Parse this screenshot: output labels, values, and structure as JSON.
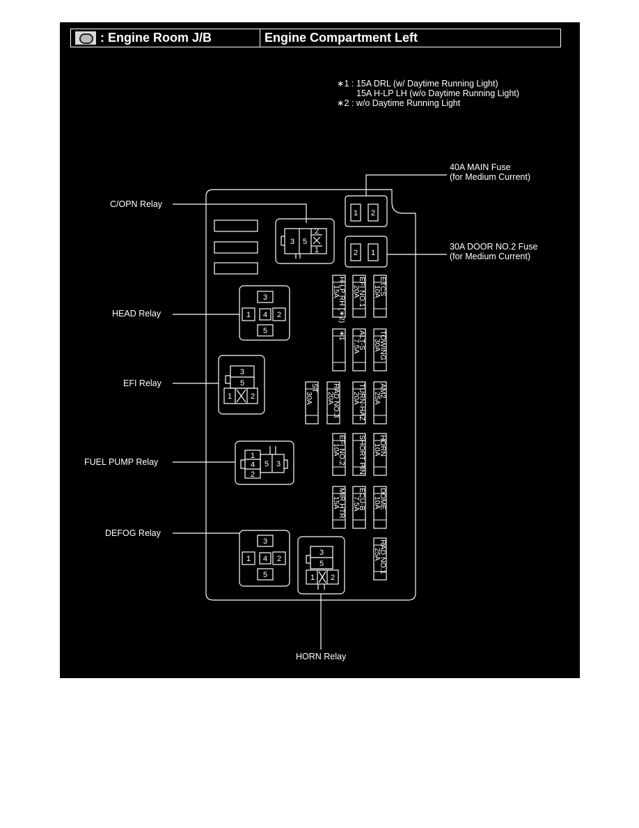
{
  "header": {
    "left_title": ": Engine Room J/B",
    "right_title": "Engine Compartment Left",
    "icon": "connector-oval-icon"
  },
  "notes": {
    "line1": "∗1 : 15A DRL (w/ Daytime Running Light)",
    "line2": "15A H-LP LH (w/o Daytime Running Light)",
    "line3": "∗2 : w/o Daytime Running Light"
  },
  "callouts": {
    "main_fuse": "40A MAIN Fuse",
    "main_fuse_sub": "(for Medium Current)",
    "door_fuse": "30A DOOR NO.2 Fuse",
    "door_fuse_sub": "(for Medium Current)",
    "copn_relay": "C/OPN Relay",
    "head_relay": "HEAD Relay",
    "efi_relay": "EFI Relay",
    "fuel_pump_relay": "FUEL PUMP Relay",
    "defog_relay": "DEFOG Relay",
    "horn_relay": "HORN Relay"
  },
  "pins": {
    "main_fuse": [
      "1",
      "2"
    ],
    "door_fuse": [
      "2",
      "1"
    ],
    "copn": [
      "3",
      "5",
      "2",
      "1"
    ],
    "head": [
      "3",
      "1",
      "4",
      "2",
      "5"
    ],
    "efi": [
      "3",
      "5",
      "1",
      "2"
    ],
    "fuel_pump": [
      "1",
      "4",
      "2",
      "5",
      "3"
    ],
    "defog": [
      "3",
      "1",
      "4",
      "2",
      "5"
    ],
    "horn": [
      "3",
      "5",
      "1",
      "2"
    ]
  },
  "fuses": {
    "r1c1": {
      "name": "H-LP RH (∗2)",
      "amp": "15A"
    },
    "r1c2": {
      "name": "EFI NO.1",
      "amp": "20A"
    },
    "r1c3": {
      "name": "ETCS",
      "amp": "10A"
    },
    "r2c1": {
      "name": "∗1",
      "amp": ""
    },
    "r2c2": {
      "name": "ALT-S",
      "amp": "7.5A"
    },
    "r2c3": {
      "name": "TOWING",
      "amp": "30A"
    },
    "r3c0": {
      "name": "ST",
      "amp": "30A"
    },
    "r3c1": {
      "name": "RAD NO.3",
      "amp": "20A"
    },
    "r3c2": {
      "name": "TURN-HAZ",
      "amp": "20A"
    },
    "r3c3": {
      "name": "AM2",
      "amp": "25A"
    },
    "r4c1": {
      "name": "EFI NO.2",
      "amp": "10A"
    },
    "r4c2": {
      "name": "SHORT PIN",
      "amp": ""
    },
    "r4c3": {
      "name": "HORN",
      "amp": "10A"
    },
    "r5c1": {
      "name": "MIR HTR",
      "amp": "15A"
    },
    "r5c2": {
      "name": "ECU-B",
      "amp": "7.5A"
    },
    "r5c3": {
      "name": "DOME",
      "amp": "10A"
    },
    "r6c3": {
      "name": "RAD NO.1",
      "amp": "25A"
    }
  }
}
